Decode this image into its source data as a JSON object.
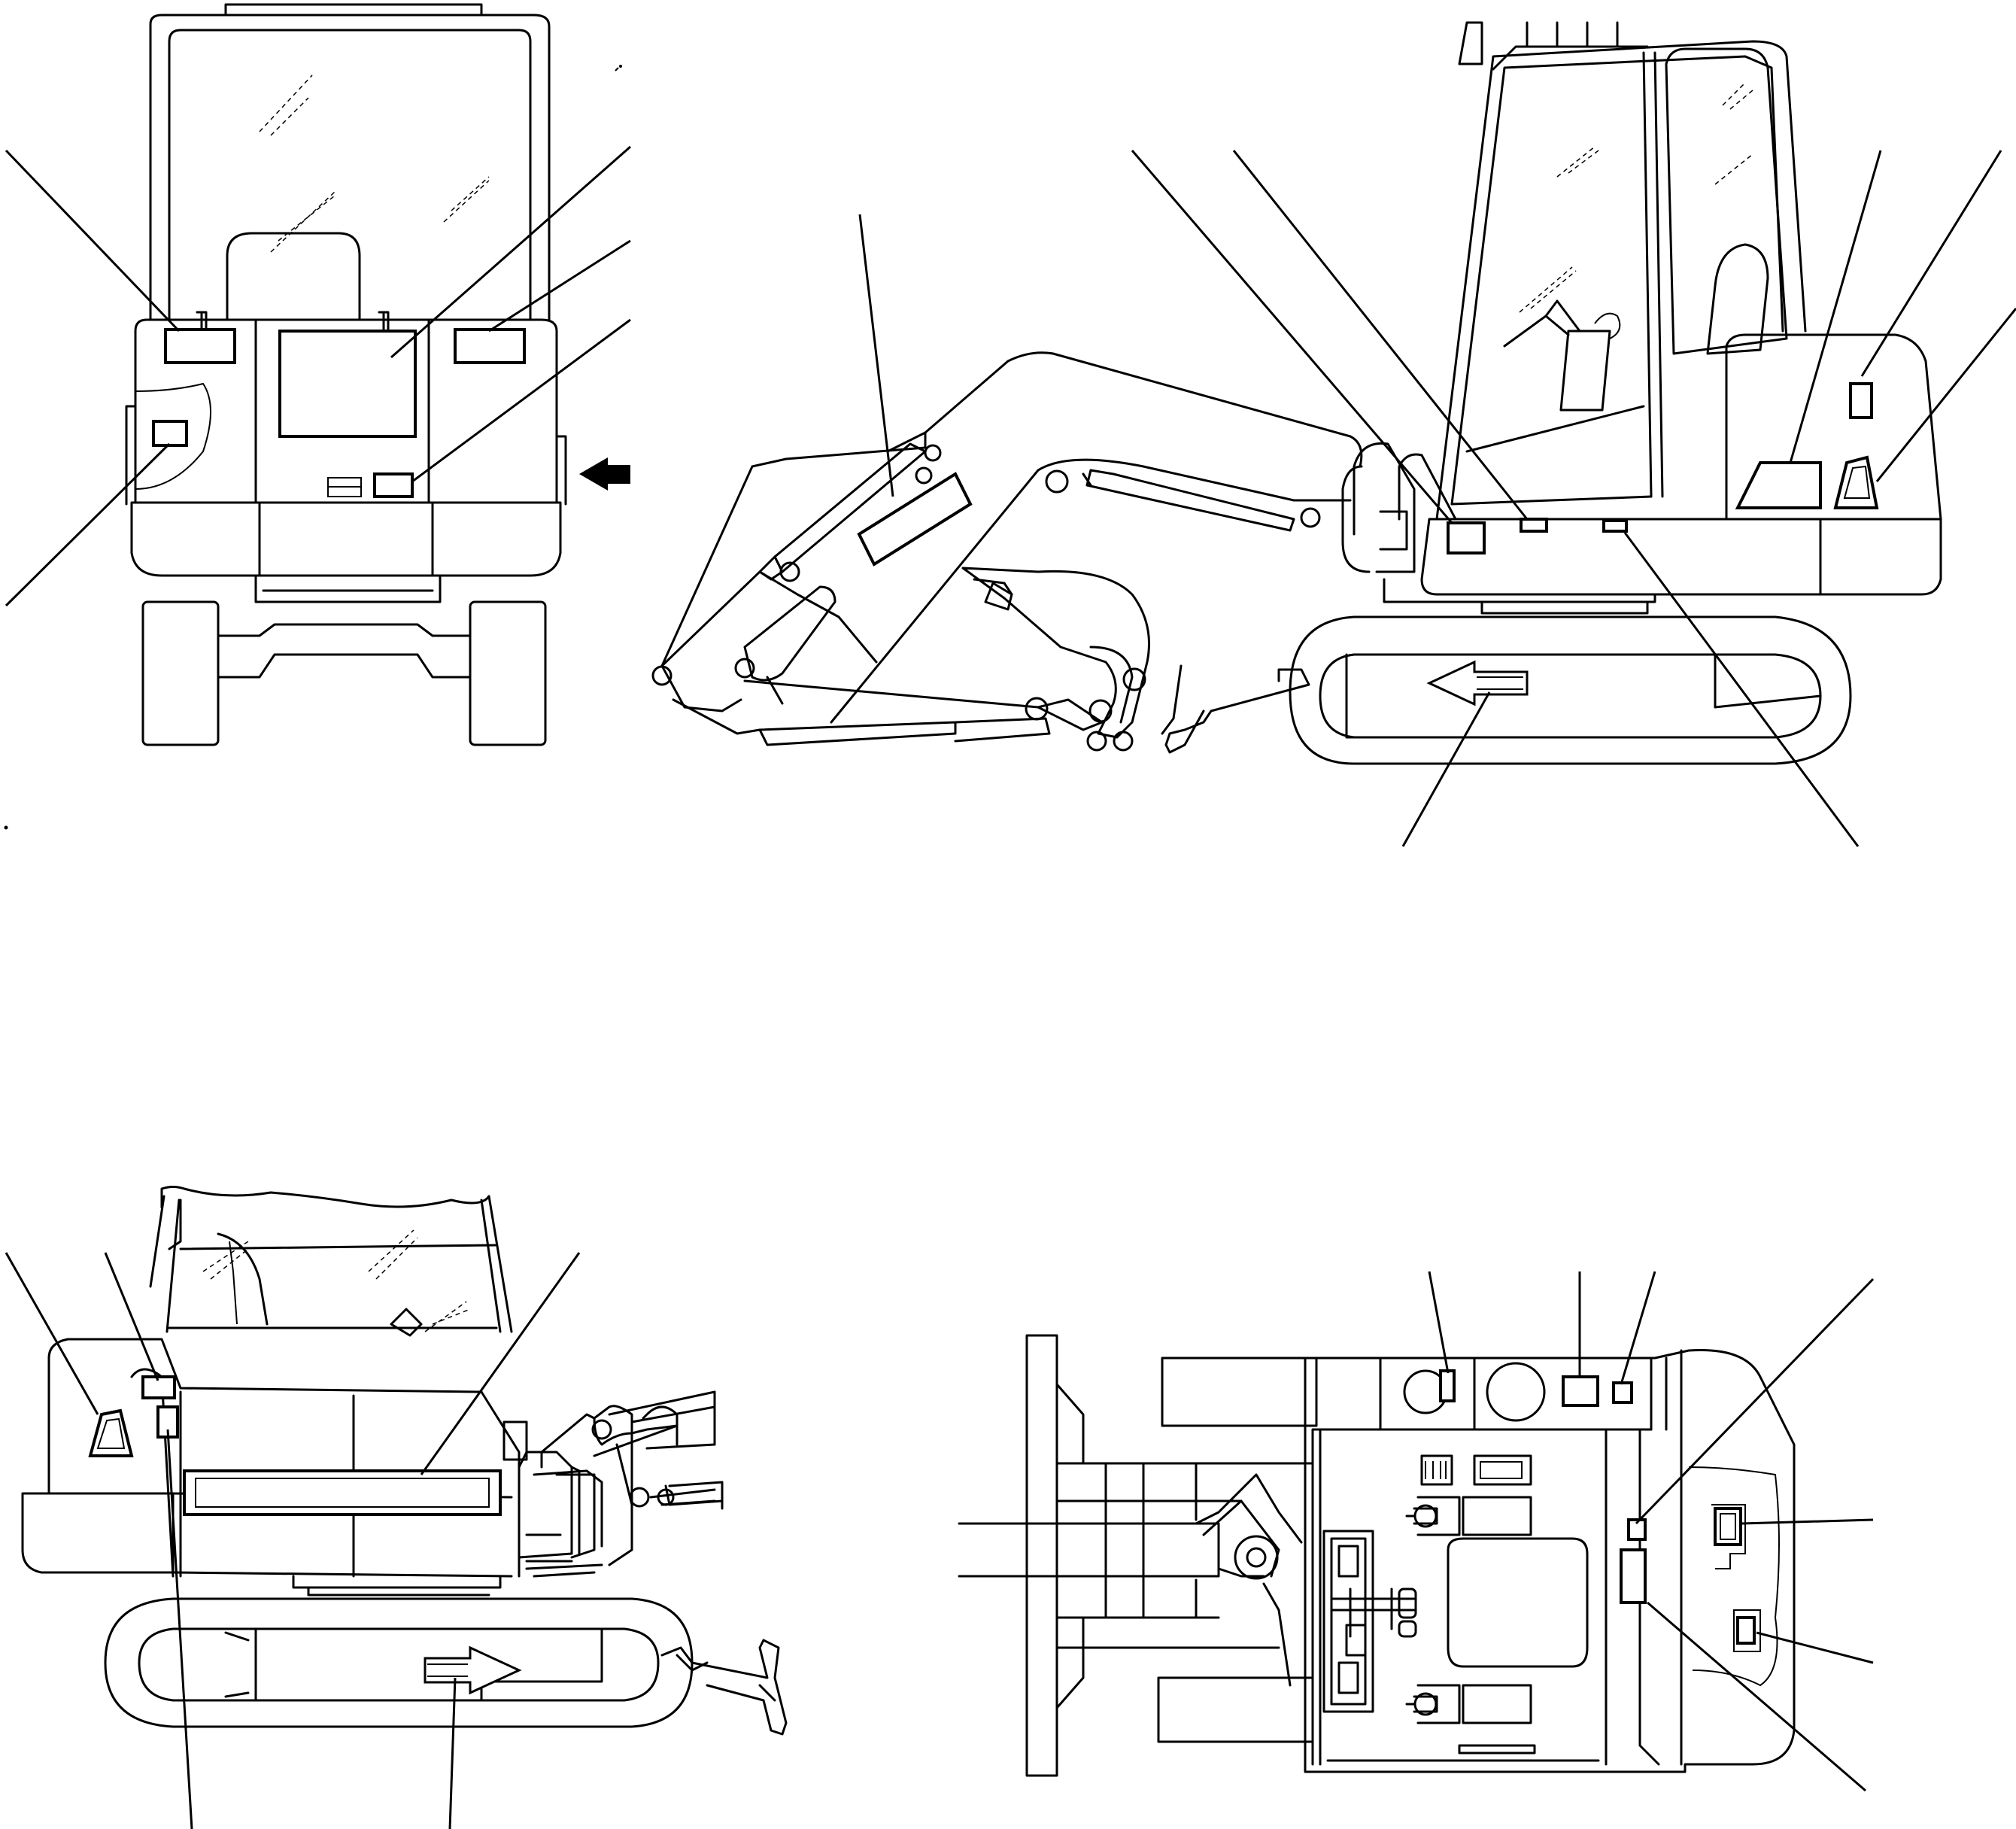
{
  "diagram": {
    "views": [
      {
        "id": "rear",
        "description_hidden": true
      },
      {
        "id": "left-side"
      },
      {
        "id": "right-side"
      },
      {
        "id": "top"
      }
    ],
    "decal_count": 24,
    "style": {
      "stroke_color": "#000000",
      "background_color": "#ffffff"
    },
    "icons": {
      "view_direction_arrow": "solid-arrow-icon",
      "travel_arrow": "hollow-arrow-icon"
    }
  }
}
